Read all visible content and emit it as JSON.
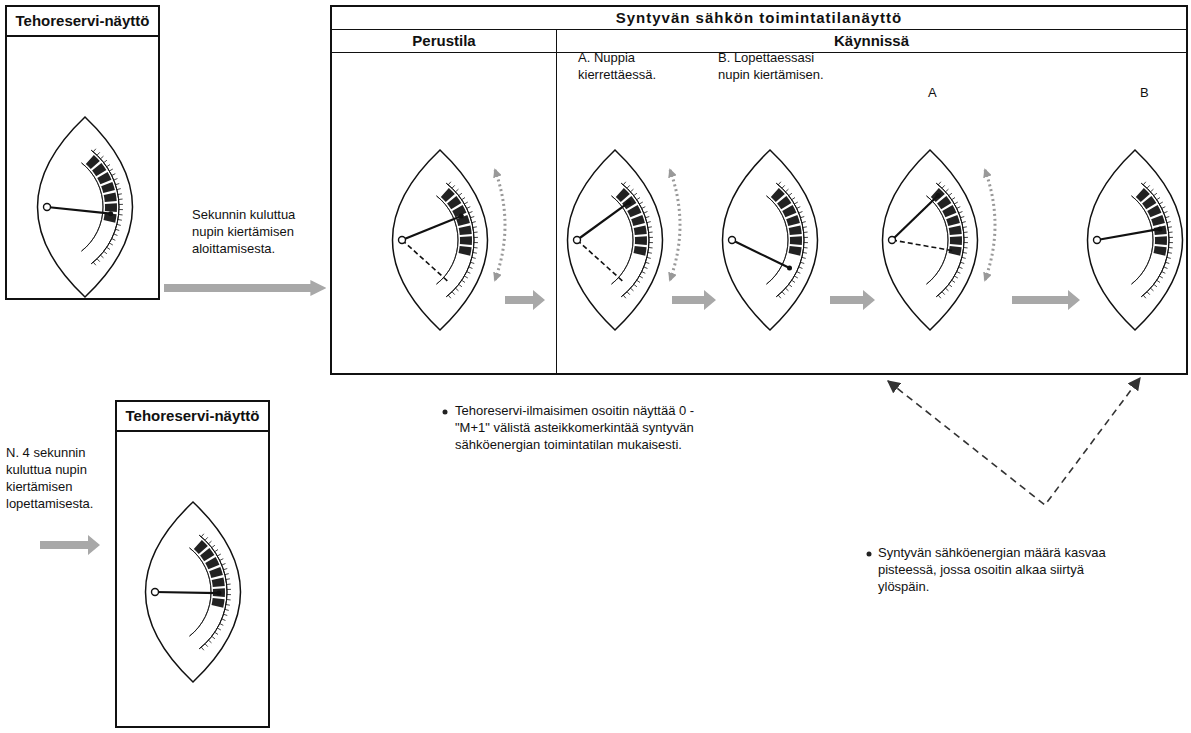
{
  "diagram": {
    "nodes": [
      {
        "text": [
          "Tehoreservi-näyttö"
        ]
      },
      {
        "text": [
          "Syntyvän sähkön toimintatilanäyttö"
        ]
      },
      {
        "text": [
          "Perustila"
        ],
        "in": 1
      },
      {
        "text": [
          "Käynnissä"
        ],
        "in": 1
      },
      {
        "text": [
          "Tehoreservi-näyttö"
        ]
      }
    ],
    "edges": [
      {
        "from": 0,
        "to": 1,
        "arrow": "to",
        "label": "Sekunnin kuluttua nupin kiertämisen aloittamisesta."
      }
    ],
    "labels": [
      "A. Nuppia kierrettäessä.",
      "B. Lopettaessasi nupin kiertämisen.",
      "A",
      "B",
      "Tehoreservi-ilmaisimen osoitin näyttää 0 - \"M+1\" välistä asteikkomerkintää syntyvän sähköenergian toimintatilan mukaisesti.",
      "Syntyvän sähköenergian määrä kasvaa pisteessä, jossa osoitin alkaa siirtyä ylöspäin.",
      "N. 4 sekunnin kuluttua nupin kiertämisen lopettamisesta."
    ]
  }
}
